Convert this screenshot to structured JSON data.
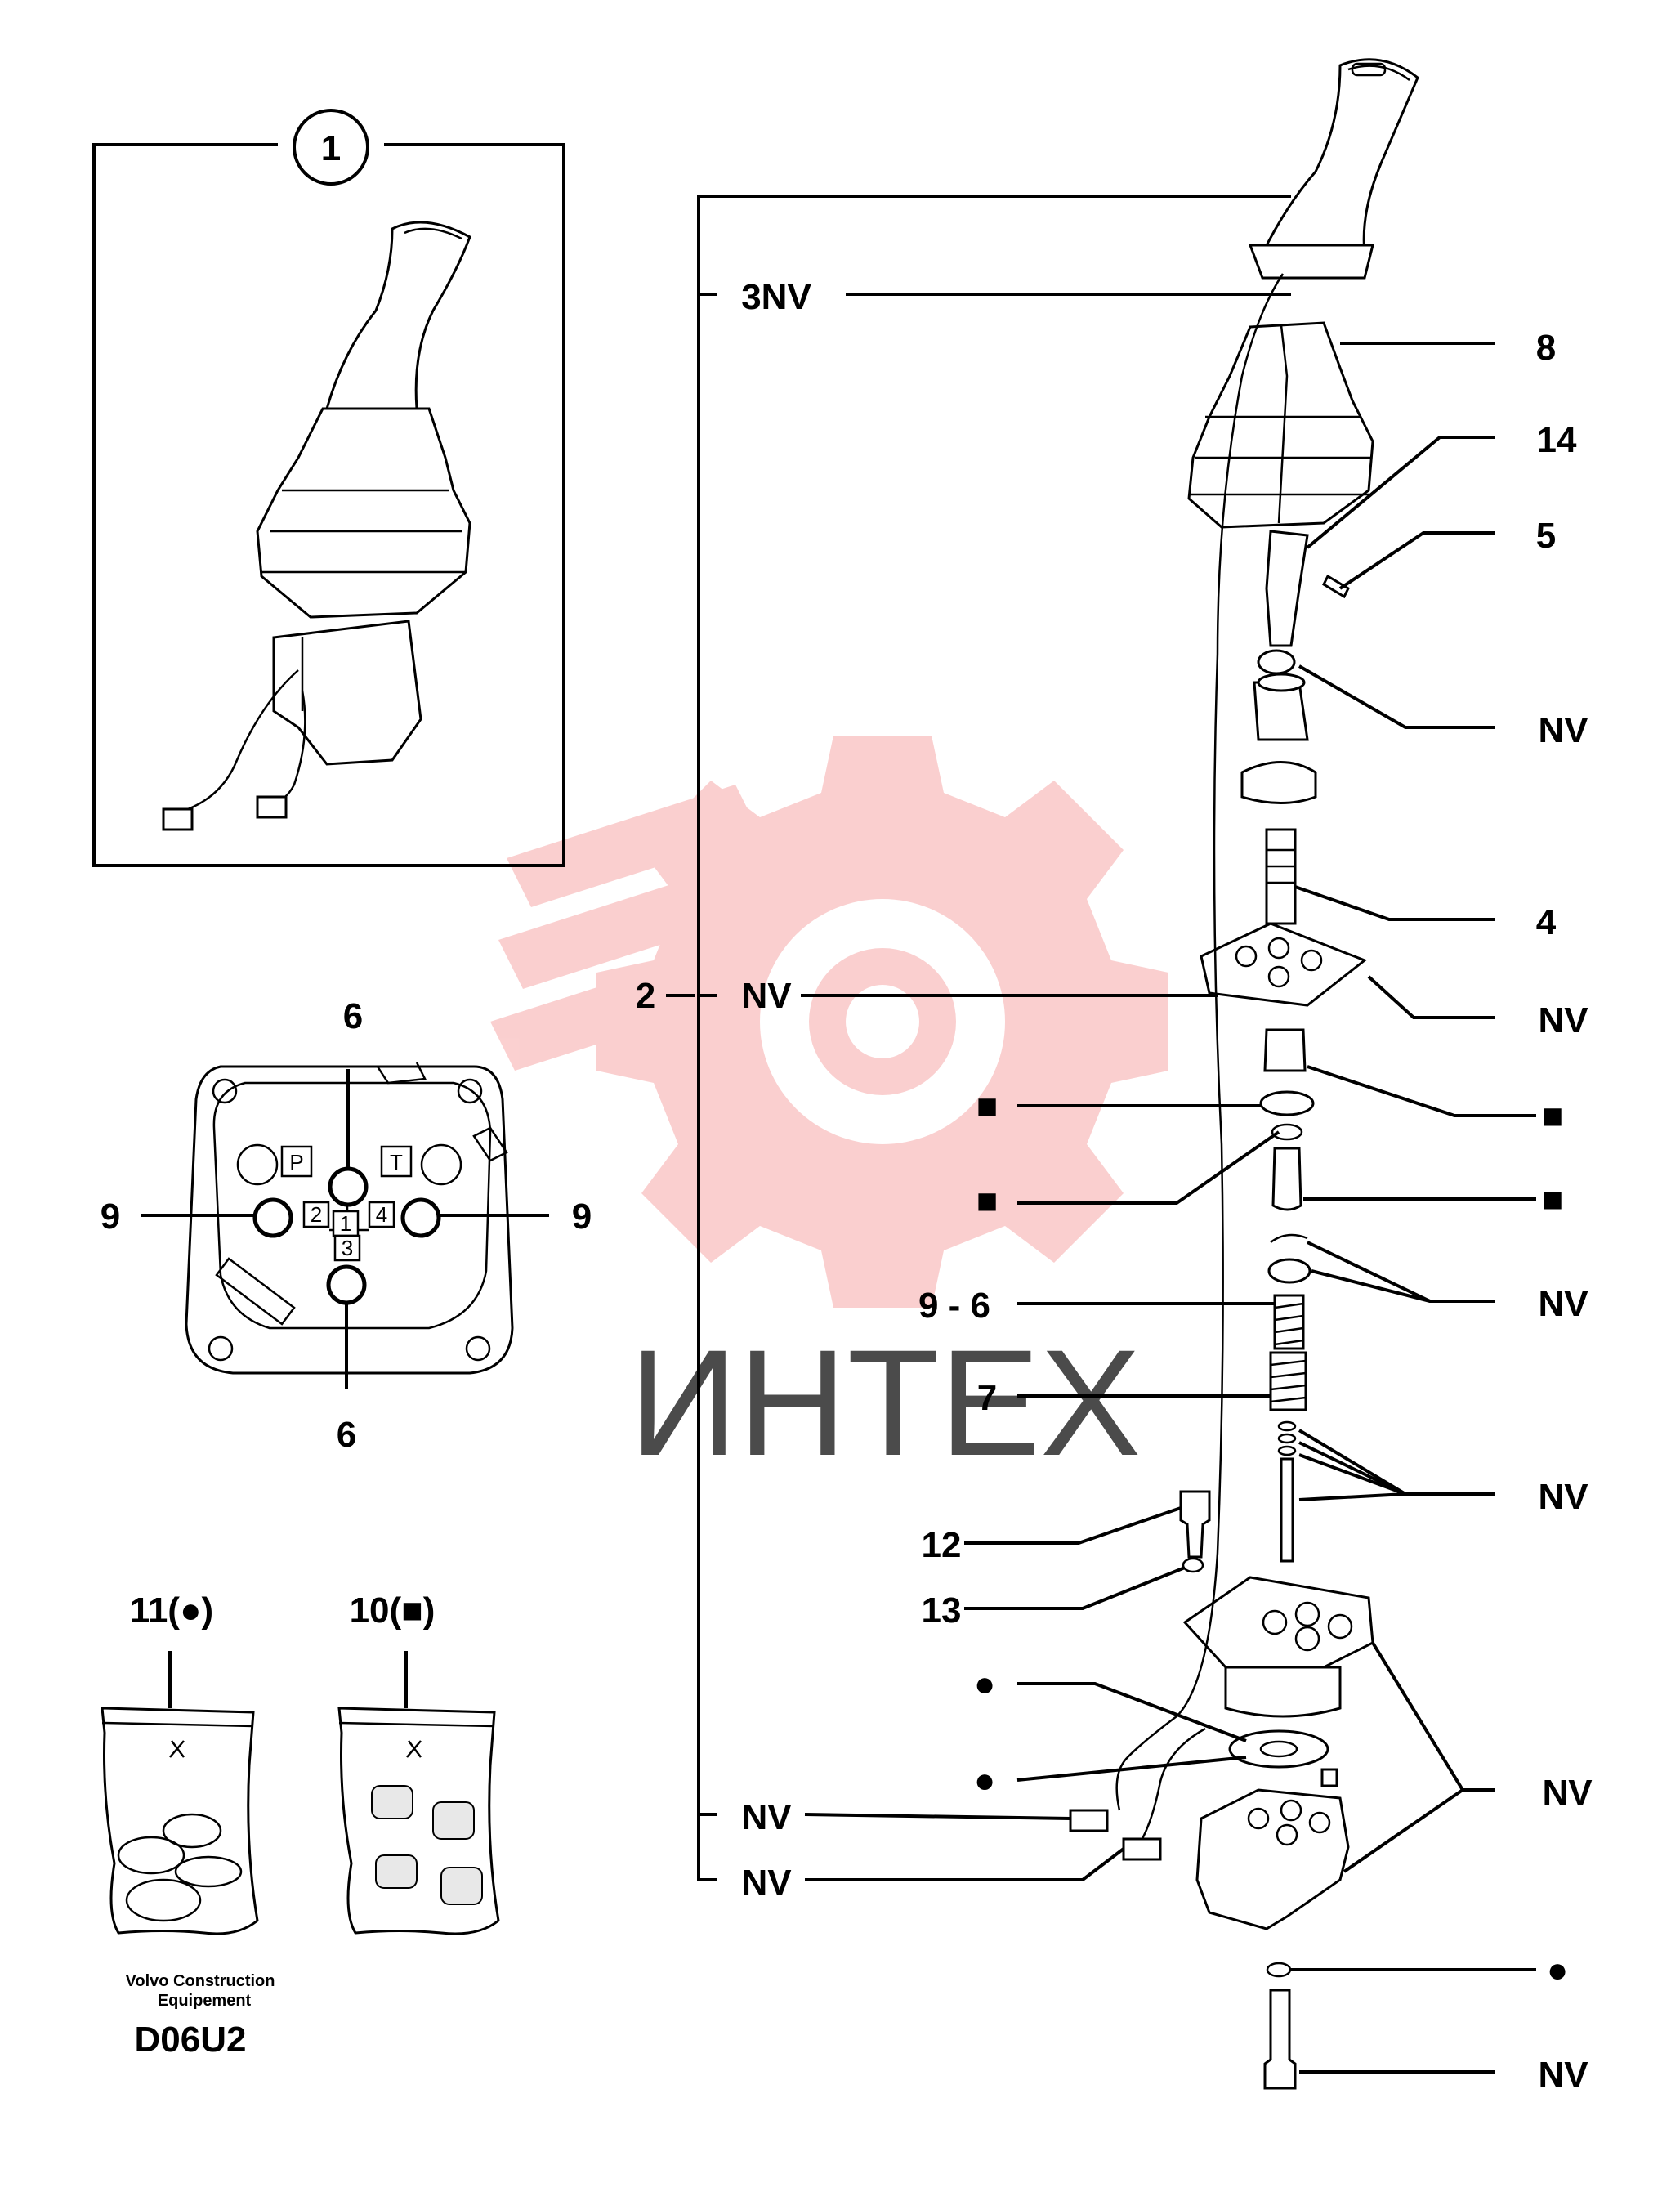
{
  "labels": {
    "inset": "1",
    "handle": "3NV",
    "boot": "8",
    "lever": "14",
    "pin": "5",
    "nut": "NV",
    "plunger": "4",
    "plate_left_num": "2",
    "plate_left": "NV",
    "plate_right": "NV",
    "seal_left": "■",
    "seal_right": "■",
    "oring_left": "■",
    "piston_right": "■",
    "clip": "NV",
    "spring_a": "9 - 6",
    "spring_b": "7",
    "washers": "NV",
    "screw": "12",
    "washer": "13",
    "gasket_top": "●",
    "gasket_bottom": "●",
    "body": "NV",
    "conn_a": "NV",
    "conn_b": "NV",
    "bottom_oring": "●",
    "bolt": "NV",
    "port_top": "6",
    "port_bottom": "6",
    "port_left": "9",
    "port_right": "9",
    "port_p": "P",
    "port_t": "T",
    "port_1": "1",
    "port_2": "2",
    "port_3": "3",
    "port_4": "4",
    "kit_a": "11(●)",
    "kit_b": "10(■)"
  },
  "footer": {
    "company_line1": "Volvo Construction",
    "company_line2": "Equipement",
    "code": "D06U2"
  },
  "watermark": {
    "text": "ИНТЕХ",
    "color": "#f3b9b9"
  }
}
